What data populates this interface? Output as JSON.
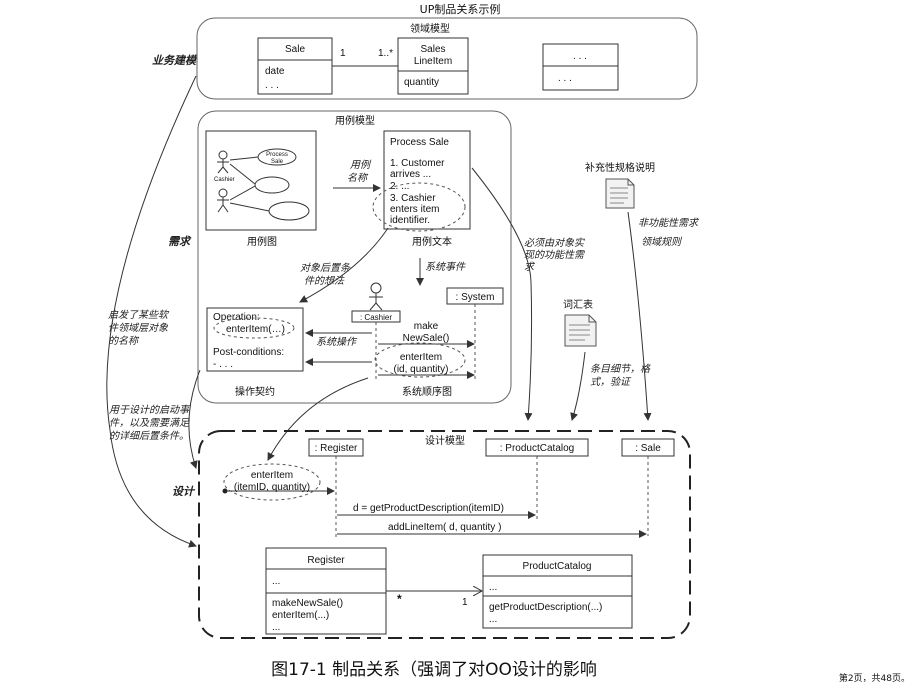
{
  "page_title": "UP制品关系示例",
  "caption": "图17-1 制品关系（强调了对OO设计的影响",
  "page_number": "第2页，共48页。",
  "side_labels": {
    "business": "业务建模",
    "requirements": "需求",
    "design": "设计"
  },
  "domain_model": {
    "title": "领域模型",
    "sale": {
      "name": "Sale",
      "attrs": [
        "date",
        ". . ."
      ]
    },
    "mult_left": "1",
    "mult_right": "1..*",
    "sales_line": {
      "name_line1": "Sales",
      "name_line2": "LineItem",
      "attr": "quantity"
    },
    "other_box": {
      "line1": ". . .",
      "line2": ". . ."
    }
  },
  "usecase_model": {
    "title": "用例模型",
    "ucd_caption": "用例图",
    "actor_label": "Cashier",
    "process_sale_oval": [
      "Process",
      "Sale"
    ],
    "uc_name_label": [
      "用例",
      "名称"
    ],
    "uc_text": {
      "caption": "用例文本",
      "heading": "Process Sale",
      "lines": [
        "1. Customer",
        "arrives ...",
        "2. ...",
        "3. Cashier",
        "enters item",
        "identifier."
      ]
    },
    "system_event_label": "系统事件",
    "postcond_label": [
      "对象后置条",
      "件的想法"
    ],
    "sys_op_label": "系统操作",
    "contract": {
      "caption": "操作契约",
      "op_label": "Operation:",
      "op_name": "enterItem(…)",
      "post_label": "Post-conditions:",
      "post_val": "- . . ."
    },
    "ssd": {
      "caption": "系统顺序图",
      "cashier": ": Cashier",
      "system": ": System",
      "msg1": [
        "make",
        "NewSale()"
      ],
      "msg2": [
        "enterItem",
        "(id, quantity)"
      ]
    }
  },
  "supplementary": {
    "title": "补充性规格说明",
    "nonfunc": "非功能性需求",
    "domain_rules": "领域规则"
  },
  "glossary": {
    "title": "词汇表",
    "note": [
      "条目细节，格",
      "式，验证"
    ]
  },
  "notes": {
    "must_realize": [
      "必须由对象实",
      "现的功能性需",
      "求"
    ],
    "inspire_names": [
      "启发了某些软",
      "件领域层对象",
      "的名称"
    ],
    "design_start": [
      "用于设计的启动事",
      "件，以及需要满足",
      "的详细后置条件。"
    ]
  },
  "design_model": {
    "title": "设计模型",
    "register_ll": ": Register",
    "catalog_ll": ": ProductCatalog",
    "sale_ll": ": Sale",
    "enter_item": [
      "enterItem",
      "(itemID, quantity)"
    ],
    "msg_get_desc": "d = getProductDescription(itemID)",
    "msg_add_line": "addLineItem( d, quantity )",
    "register_class": {
      "name": "Register",
      "attrs": "...",
      "ops": [
        "makeNewSale()",
        "enterItem(...)",
        "..."
      ]
    },
    "catalog_class": {
      "name": "ProductCatalog",
      "attrs": "...",
      "ops": [
        "getProductDescription(...)",
        "..."
      ]
    },
    "mult_star": "*",
    "mult_one": "1"
  }
}
